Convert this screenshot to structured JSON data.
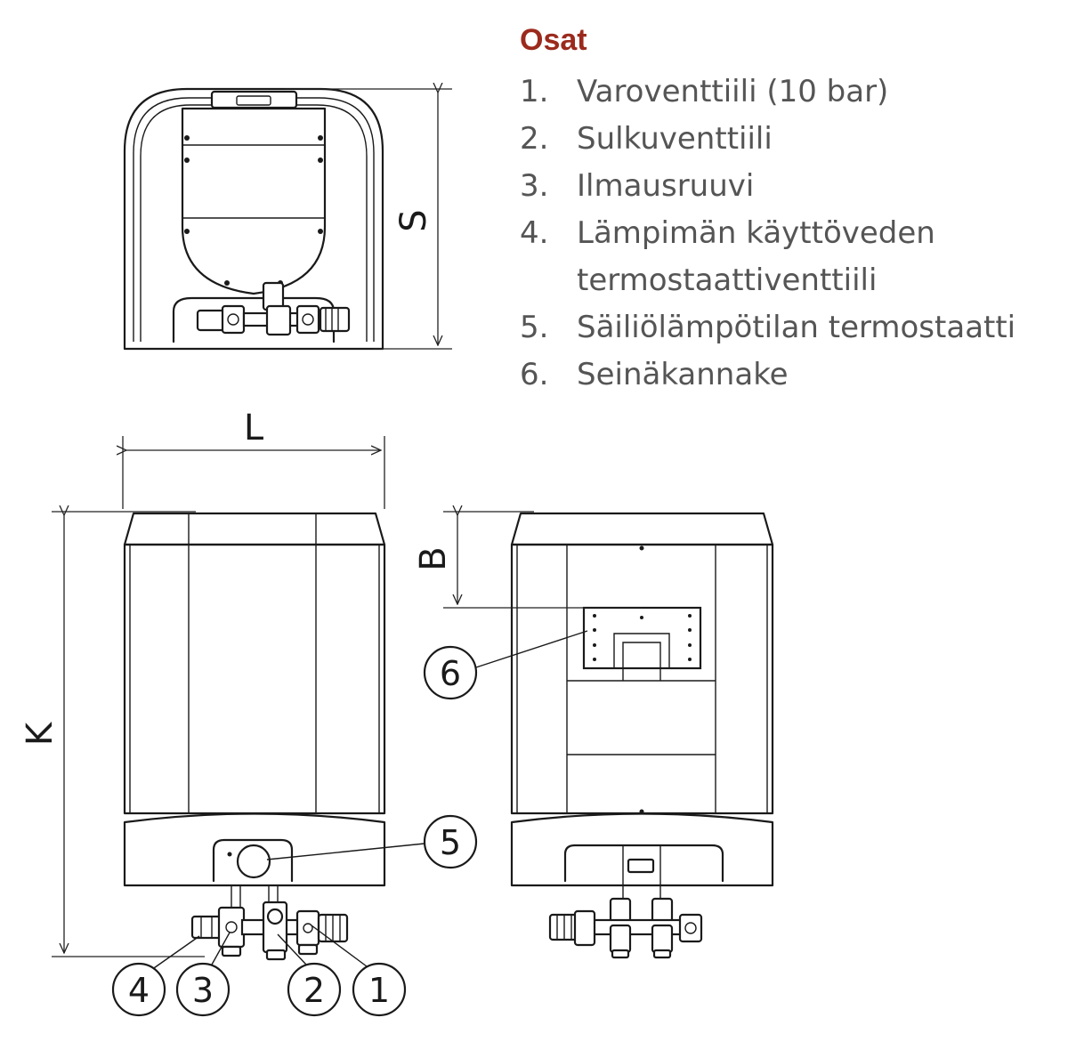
{
  "legend": {
    "title": "Osat",
    "items": [
      {
        "number": "1.",
        "text": "Varoventtiili (10 bar)"
      },
      {
        "number": "2.",
        "text": "Sulkuventtiili"
      },
      {
        "number": "3.",
        "text": "Ilmausruuvi"
      },
      {
        "number": "4.",
        "text": "Lämpimän käyttöveden termostaattiventtiili"
      },
      {
        "number": "5.",
        "text": "Säiliölämpötilan termostaatti"
      },
      {
        "number": "6.",
        "text": "Seinäkannake"
      }
    ]
  },
  "dimensions": {
    "S": "S",
    "L": "L",
    "K": "K",
    "B": "B"
  },
  "callouts": {
    "c1": "1",
    "c2": "2",
    "c3": "3",
    "c4": "4",
    "c5": "5",
    "c6": "6"
  }
}
